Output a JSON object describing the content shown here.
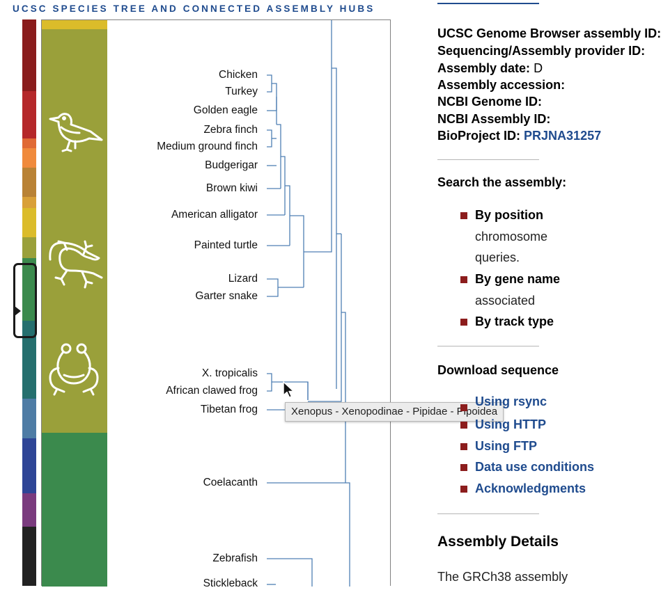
{
  "header": {
    "title": "UCSC SPECIES TREE AND CONNECTED ASSEMBLY HUBS"
  },
  "colors": {
    "strip": [
      "#8a1c1c",
      "#b5282a",
      "#e06a35",
      "#f08a3c",
      "#b98235",
      "#d9a038",
      "#dbbc2a",
      "#9aa03a",
      "#3b8a4d",
      "#256f6e",
      "#4e7ca5",
      "#2e4596",
      "#7a3b7e",
      "#222222"
    ],
    "olive_band": "#9aa03a",
    "green_band": "#3b8a4d",
    "yellow_band": "#dbbc2a",
    "tree_lines": "#4f7fb3",
    "link": "#1f4b8e",
    "bullet": "#8c1d1d"
  },
  "species": [
    {
      "name": "Chicken"
    },
    {
      "name": "Turkey"
    },
    {
      "name": "Golden eagle"
    },
    {
      "name": "Zebra finch"
    },
    {
      "name": "Medium ground finch"
    },
    {
      "name": "Budgerigar"
    },
    {
      "name": "Brown kiwi"
    },
    {
      "name": "American alligator"
    },
    {
      "name": "Painted turtle"
    },
    {
      "name": "Lizard"
    },
    {
      "name": "Garter snake"
    },
    {
      "name": "X. tropicalis"
    },
    {
      "name": "African clawed frog"
    },
    {
      "name": "Tibetan frog"
    },
    {
      "name": "Coelacanth"
    },
    {
      "name": "Zebrafish"
    },
    {
      "name": "Stickleback"
    }
  ],
  "icons": [
    "bird-icon",
    "lizard-icon",
    "frog-icon"
  ],
  "tooltip": {
    "text": "Xenopus - Xenopodinae - Pipidae - Pipoidea"
  },
  "right_panel": {
    "info_lines": [
      {
        "label": "UCSC Genome Browser assembly ID:",
        "value": ""
      },
      {
        "label": "Sequencing/Assembly provider ID:",
        "value": ""
      },
      {
        "label": "Assembly date:",
        "value": "D"
      },
      {
        "label": "Assembly accession:",
        "value": ""
      },
      {
        "label": "NCBI Genome ID:",
        "value": ""
      },
      {
        "label": "NCBI Assembly ID:",
        "value": ""
      },
      {
        "label": "BioProject ID:",
        "value": "PRJNA31257"
      }
    ],
    "search_heading": "Search the assembly:",
    "search_items": [
      {
        "title": "By position",
        "text": "chromosome",
        "text2": "queries."
      },
      {
        "title": "By gene name",
        "text": "associated"
      },
      {
        "title": "By track type",
        "text": ""
      }
    ],
    "download_heading": "Download sequence",
    "download_items": [
      "Using rsync",
      "Using HTTP",
      "Using FTP",
      "Data use conditions",
      "Acknowledgments"
    ],
    "details_heading": "Assembly Details",
    "details_text": "The GRCh38 assembly"
  }
}
